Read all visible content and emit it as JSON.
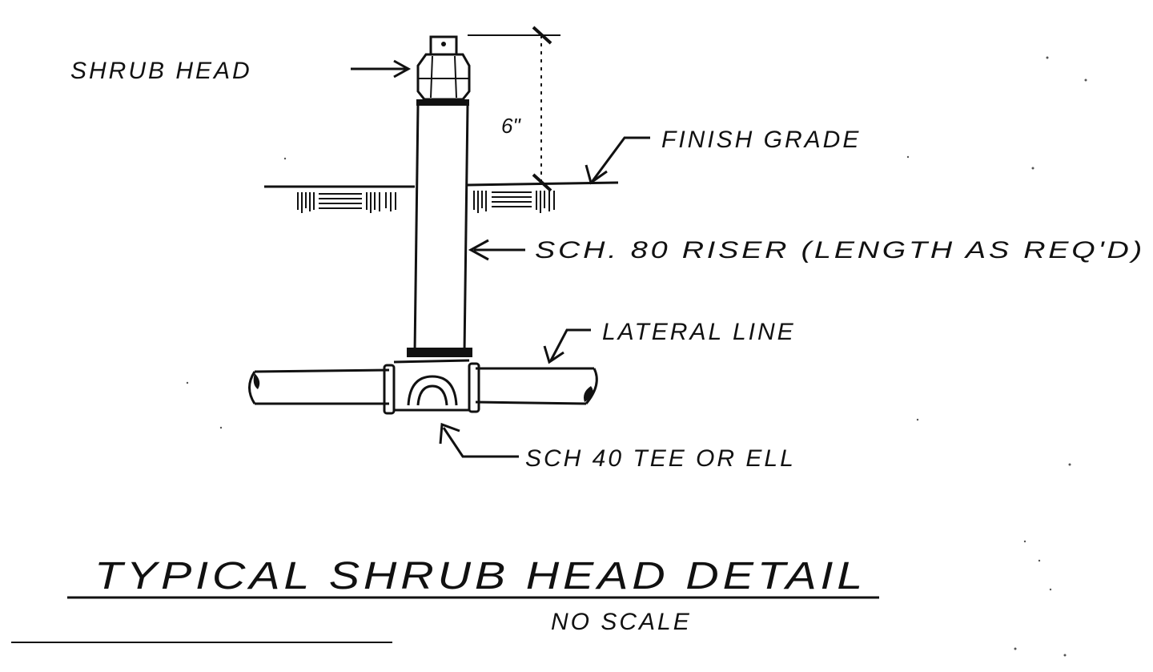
{
  "labels": {
    "shrub_head": "SHRUB HEAD",
    "finish_grade": "FINISH GRADE",
    "riser": "SCH. 80 RISER (LENGTH AS REQ'D)",
    "lateral_line": "LATERAL LINE",
    "tee": "SCH 40 TEE OR ELL",
    "dimension": "6\""
  },
  "title": {
    "main": "TYPICAL SHRUB HEAD DETAIL",
    "scale": "NO SCALE"
  }
}
